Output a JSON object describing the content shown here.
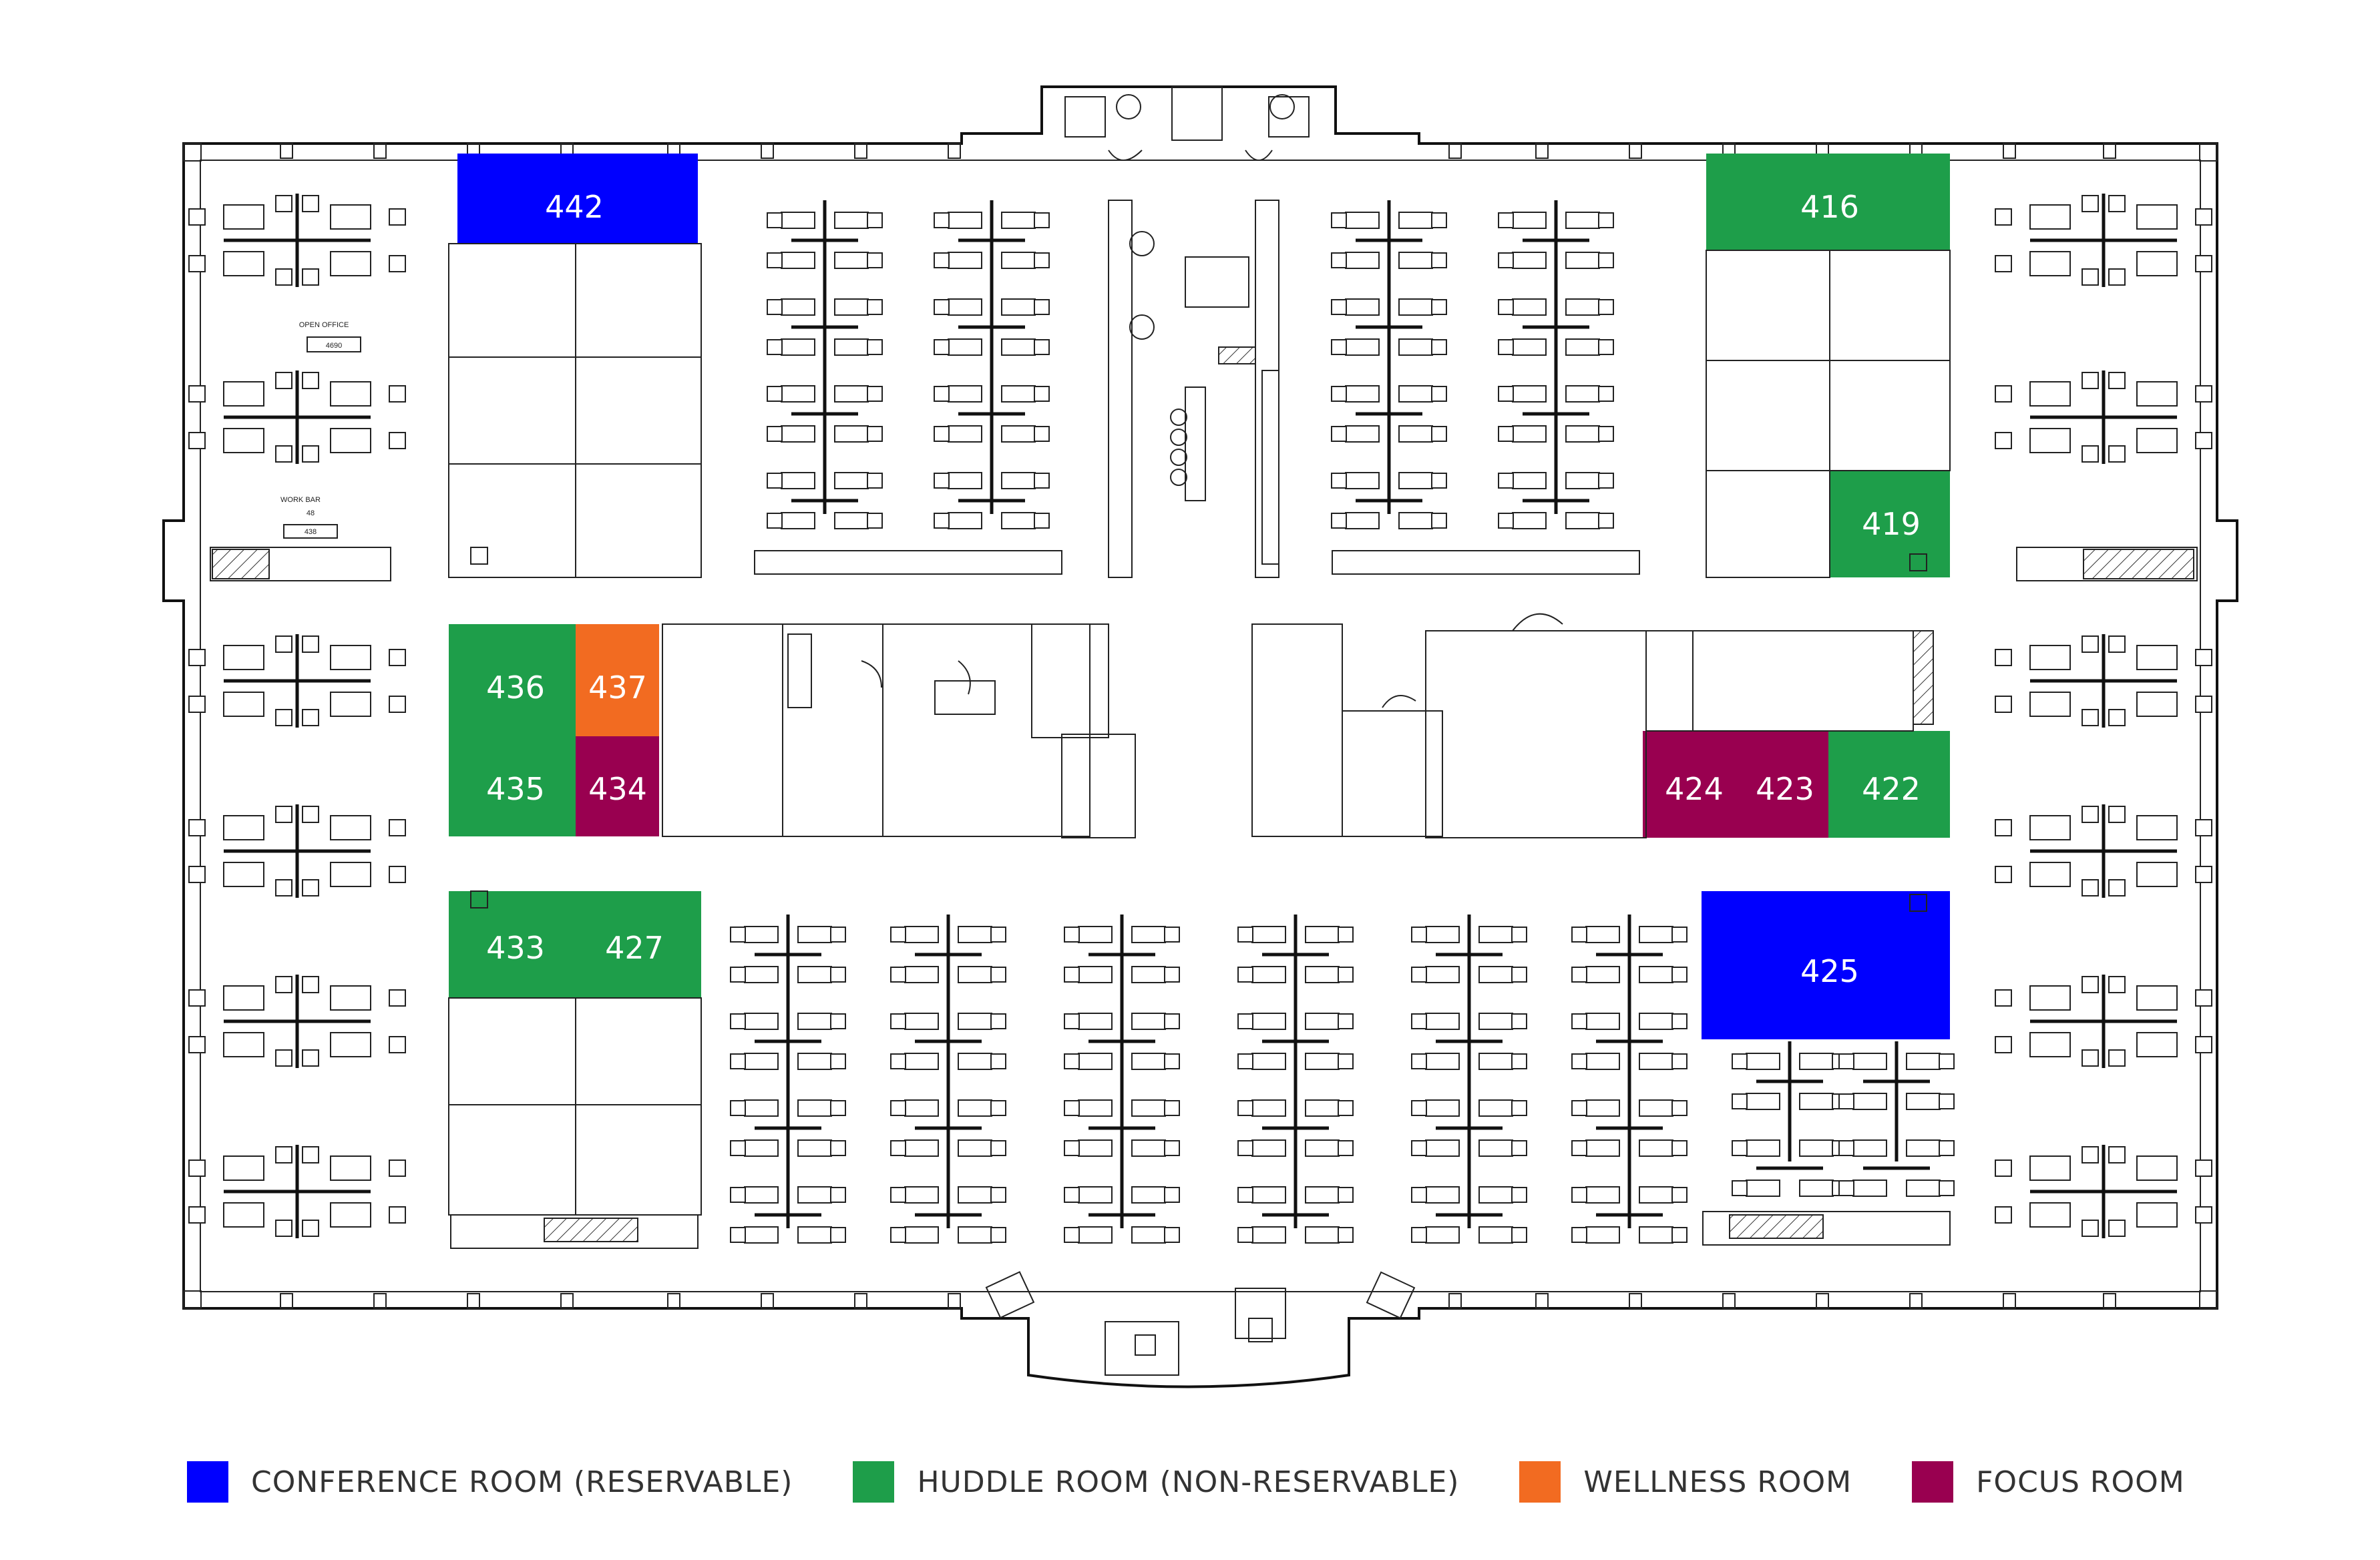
{
  "legend": [
    {
      "key": "conference",
      "label": "CONFERENCE ROOM (RESERVABLE)",
      "color": "#0000FF"
    },
    {
      "key": "huddle",
      "label": "HUDDLE ROOM (NON-RESERVABLE)",
      "color": "#1E9E4A"
    },
    {
      "key": "wellness",
      "label": "WELLNESS ROOM",
      "color": "#F26B21"
    },
    {
      "key": "focus",
      "label": "FOCUS ROOM",
      "color": "#990050"
    }
  ],
  "rooms": [
    {
      "number": "442",
      "type": "conference"
    },
    {
      "number": "416",
      "type": "huddle"
    },
    {
      "number": "419",
      "type": "huddle"
    },
    {
      "number": "436",
      "type": "huddle"
    },
    {
      "number": "437",
      "type": "wellness"
    },
    {
      "number": "435",
      "type": "huddle"
    },
    {
      "number": "434",
      "type": "focus"
    },
    {
      "number": "424",
      "type": "focus"
    },
    {
      "number": "423",
      "type": "focus"
    },
    {
      "number": "422",
      "type": "huddle"
    },
    {
      "number": "433",
      "type": "huddle"
    },
    {
      "number": "427",
      "type": "huddle"
    },
    {
      "number": "425",
      "type": "conference"
    }
  ],
  "small_labels": {
    "open_office": "OPEN OFFICE",
    "open_office_no": "4690",
    "work_bar": "WORK BAR",
    "work_bar_a": "48",
    "work_bar_b": "438"
  }
}
